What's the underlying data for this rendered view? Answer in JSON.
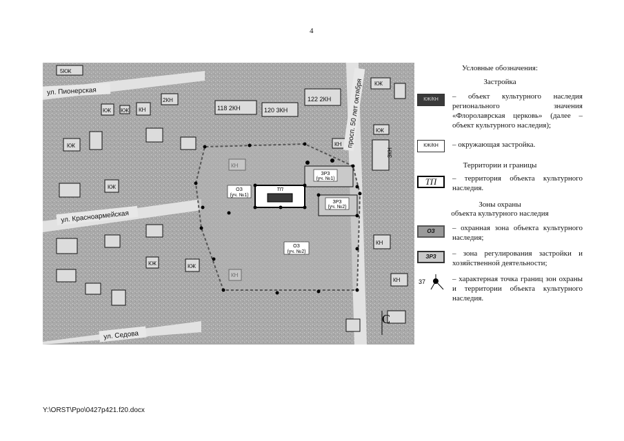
{
  "page_number": "4",
  "map": {
    "streets": {
      "pionerskaya": "ул. Пионерская",
      "krasnoarmeyskaya": "ул. Красноармейская",
      "sedova": "ул. Седова",
      "prospekt": "просп. 50 лет октября"
    },
    "building_labels": [
      "5КЖ",
      "КЖ",
      "КЖ",
      "КН",
      "2КН",
      "118 2КН",
      "120 3КН",
      "122 2КН",
      "КЖ",
      "КЖ",
      "КН",
      "КЖ",
      "3КН",
      "КН",
      "КЖ",
      "КН",
      "КН",
      "КЖ",
      "КЖ",
      "КН"
    ],
    "zone_labels": {
      "oz1_top": "ОЗ",
      "oz1_bottom": "(уч. №1)",
      "oz2_top": "ОЗ",
      "oz2_bottom": "(уч. №2)",
      "zrz1_top": "ЗРЗ",
      "zrz1_bottom": "(уч. №1)",
      "zrz2_top": "ЗРЗ",
      "zrz2_bottom": "(уч. №2)",
      "tp": "ТП"
    },
    "north": "С",
    "colors": {
      "map_bg": "#a9a9a9",
      "building": "#dcdcdc",
      "heritage": "#3a3a3a",
      "boundary": "#000000"
    }
  },
  "legend": {
    "title": "Условные обозначения:",
    "section_buildings": "Застройка",
    "item_heritage_symbol": "КЖ/КН",
    "item_heritage_text": "– объект культурного наследия регионального значения «Флоролаврская церковь» (далее – объект культурного наследия);",
    "item_surrounding_symbol": "КЖ/КН",
    "item_surrounding_text": "– окружающая застройка.",
    "section_territories": "Территории и границы",
    "item_tp_symbol": "ТП",
    "item_tp_text": "– территория объекта культурного наследия.",
    "section_zones_line1": "Зоны охраны",
    "section_zones_line2": "объекта культурного наследия",
    "item_oz_symbol": "ОЗ",
    "item_oz_text": "– охранная зона объекта культурного наследия;",
    "item_zrz_symbol": "ЗРЗ",
    "item_zrz_text": "– зона регулирования застройки и хозяйственной деятельности;",
    "item_point_number": "37",
    "item_point_text": "– характерная точка границ зон охраны и территории объекта культурного наследия."
  },
  "footer": "Y:\\ORST\\Ppo\\0427p421.f20.docx"
}
